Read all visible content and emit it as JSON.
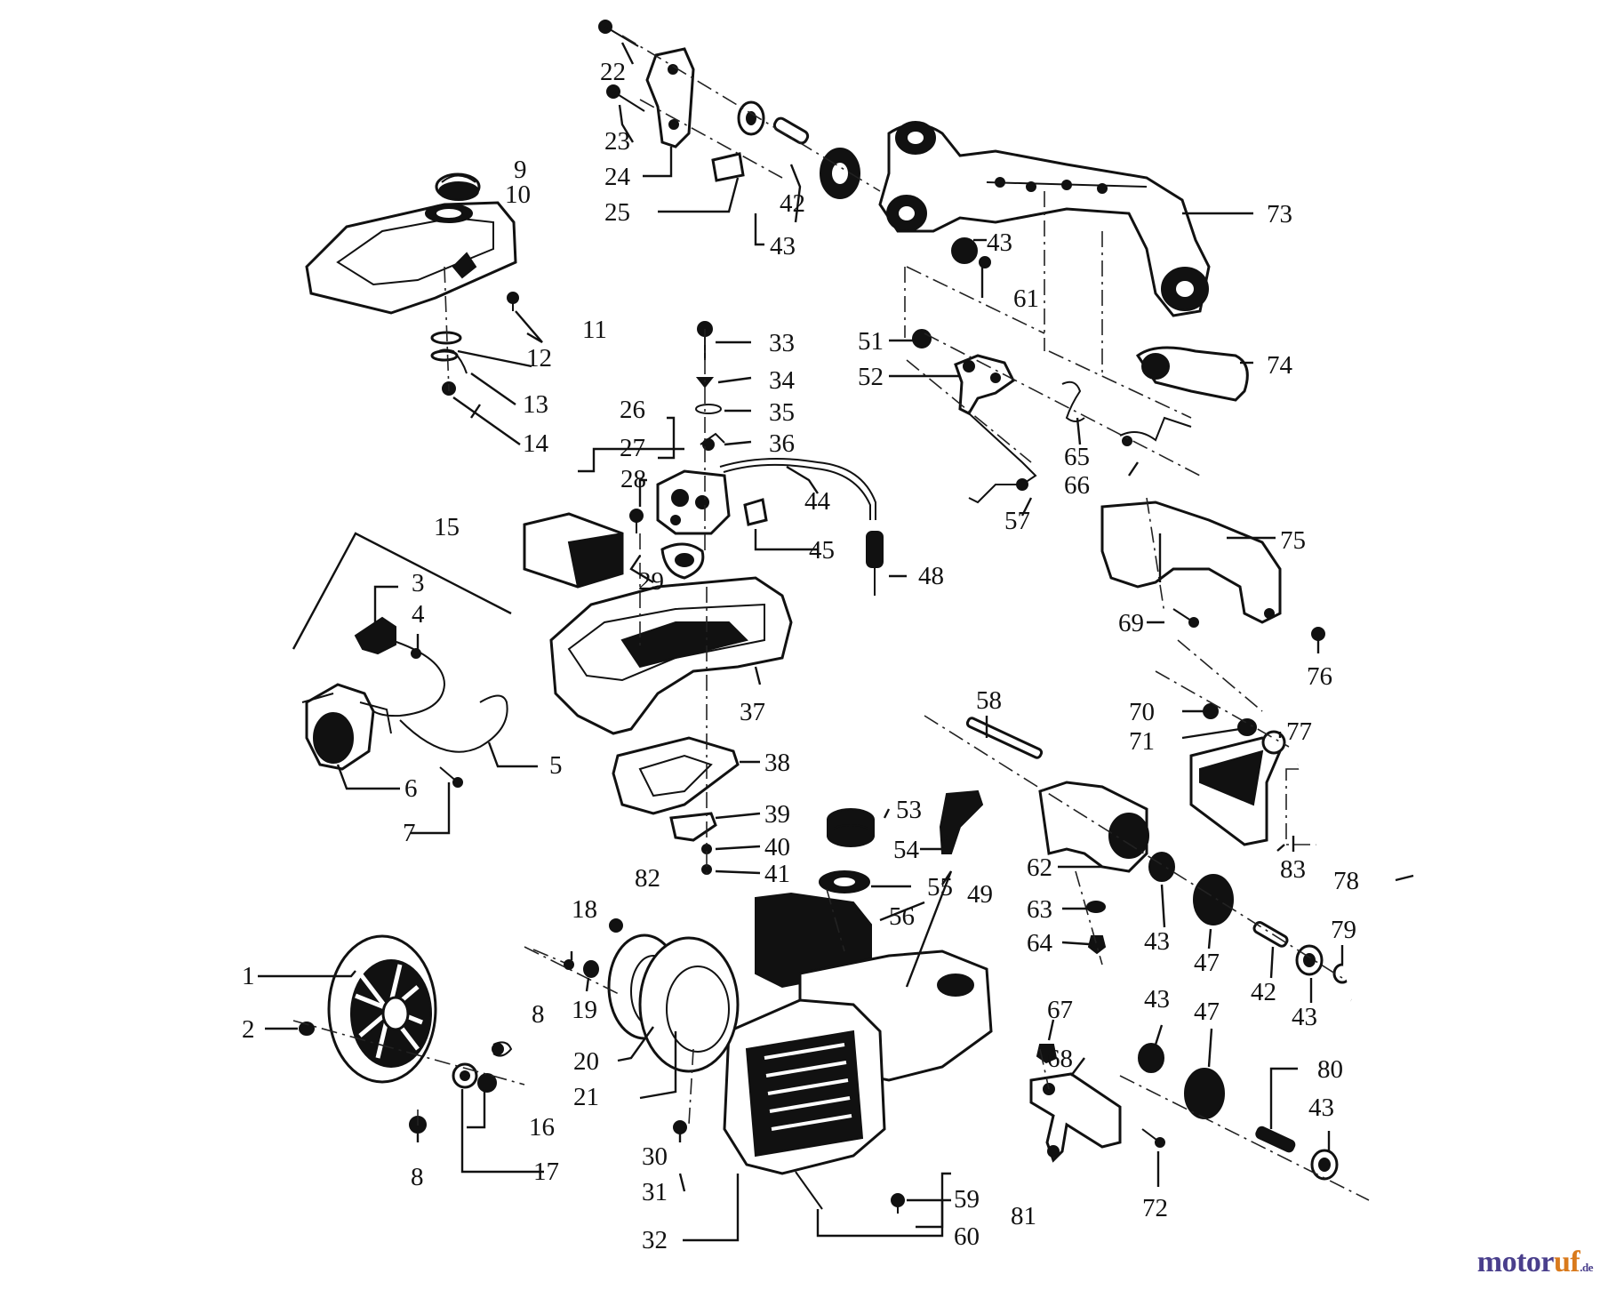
{
  "diagram": {
    "part_numbers": [
      "1",
      "2",
      "3",
      "4",
      "5",
      "6",
      "7",
      "8",
      "9",
      "10",
      "11",
      "12",
      "13",
      "14",
      "15",
      "16",
      "17",
      "18",
      "19",
      "20",
      "21",
      "22",
      "23",
      "24",
      "25",
      "26",
      "27",
      "28",
      "29",
      "30",
      "31",
      "32",
      "33",
      "34",
      "35",
      "36",
      "37",
      "38",
      "39",
      "40",
      "41",
      "42",
      "43",
      "44",
      "45",
      "47",
      "48",
      "49",
      "51",
      "52",
      "53",
      "54",
      "55",
      "56",
      "57",
      "58",
      "59",
      "60",
      "61",
      "62",
      "63",
      "64",
      "65",
      "66",
      "67",
      "68",
      "69",
      "70",
      "71",
      "72",
      "73",
      "74",
      "75",
      "76",
      "77",
      "78",
      "79",
      "80",
      "81",
      "82",
      "83"
    ]
  },
  "watermark": {
    "brand_a": "motor",
    "brand_b": "uf",
    "suffix": ".de"
  },
  "colors": {
    "ink": "#111111",
    "brand_purple": "#4a3f8c",
    "brand_orange": "#d97a1c"
  }
}
